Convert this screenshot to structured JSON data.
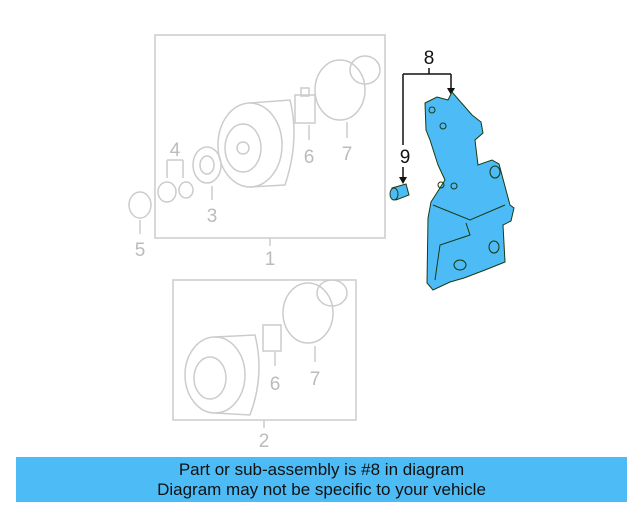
{
  "callouts": {
    "c1": "1",
    "c2": "2",
    "c3": "3",
    "c4": "4",
    "c5": "5",
    "c6a": "6",
    "c7a": "7",
    "c6b": "6",
    "c7b": "7",
    "c8": "8",
    "c9": "9"
  },
  "highlight_color": "#4dbbf5",
  "banner": {
    "line1": "Part or sub-assembly is #8 in diagram",
    "line2": "Diagram may not be specific to your vehicle"
  }
}
